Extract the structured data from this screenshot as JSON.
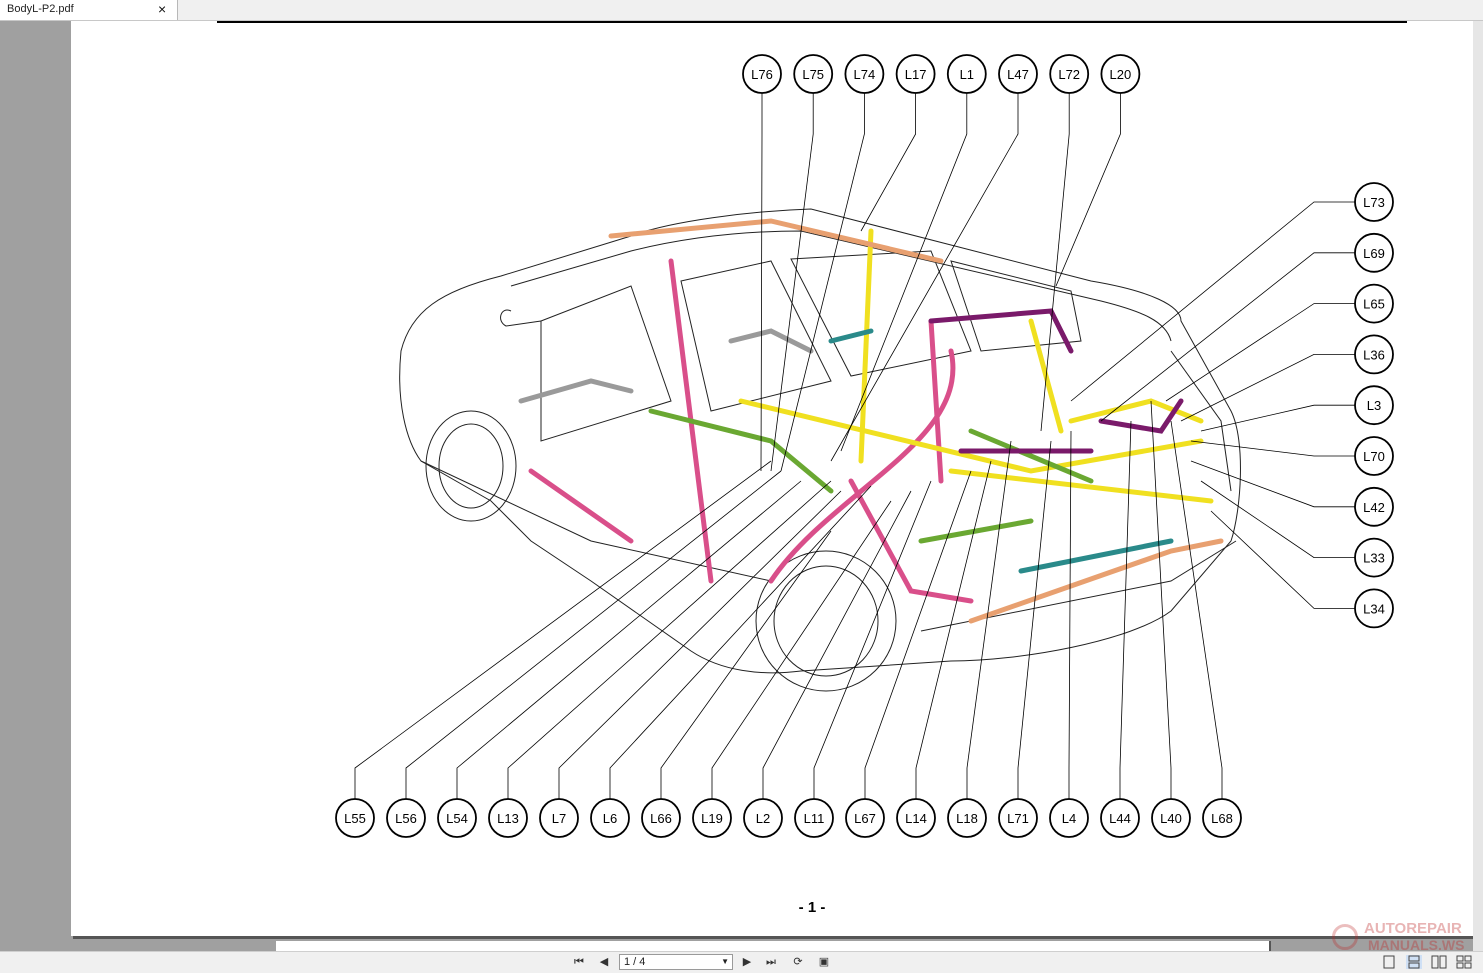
{
  "tab": {
    "title": "BodyL-P2.pdf",
    "close": "×"
  },
  "toolbar": {
    "page_value": "1 / 4",
    "first_page": "first-page",
    "prev_page": "prev-page",
    "next_page": "next-page",
    "last_page": "last-page"
  },
  "diagram": {
    "top_labels": [
      "L76",
      "L75",
      "L74",
      "L17",
      "L1",
      "L47",
      "L72",
      "L20"
    ],
    "right_labels": [
      "L73",
      "L69",
      "L65",
      "L36",
      "L3",
      "L70",
      "L42",
      "L33",
      "L34"
    ],
    "bottom_labels": [
      "L55",
      "L56",
      "L54",
      "L13",
      "L7",
      "L6",
      "L66",
      "L19",
      "L2",
      "L11",
      "L67",
      "L14",
      "L18",
      "L71",
      "L4",
      "L44",
      "L40",
      "L68"
    ],
    "page_footer": "- 1 -"
  },
  "watermark": {
    "line1": "AUTOREPAIR",
    "line2": "MANUALS.WS"
  },
  "colors": {
    "pink": "#d94f8a",
    "yellow": "#f0e020",
    "green": "#6aa832",
    "purple": "#7a1a6a",
    "orange": "#e8a070",
    "teal": "#2a8a8a",
    "gray": "#9a9a9a"
  }
}
